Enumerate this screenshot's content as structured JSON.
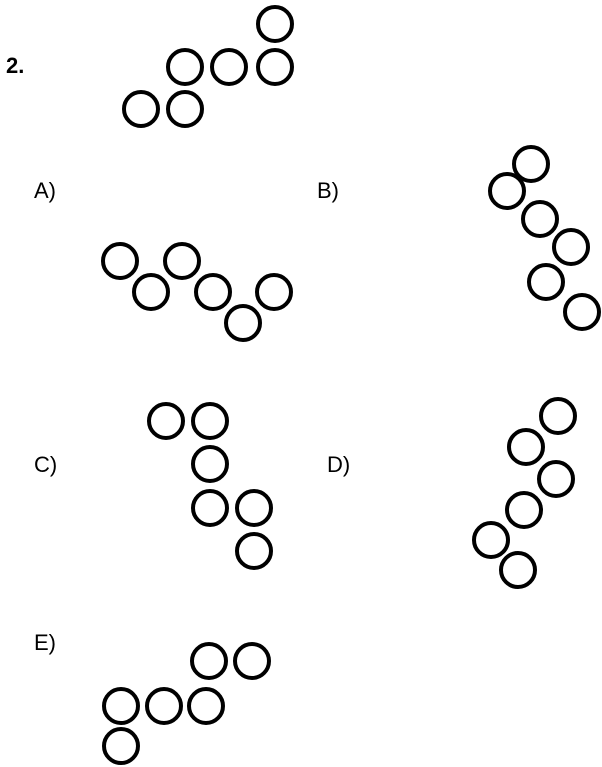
{
  "question": {
    "number": "2."
  },
  "options": [
    {
      "id": "A",
      "label": "A)"
    },
    {
      "id": "B",
      "label": "B)"
    },
    {
      "id": "C",
      "label": "C)"
    },
    {
      "id": "D",
      "label": "D)"
    },
    {
      "id": "E",
      "label": "E)"
    }
  ],
  "style": {
    "stroke_color": "#000000"
  }
}
